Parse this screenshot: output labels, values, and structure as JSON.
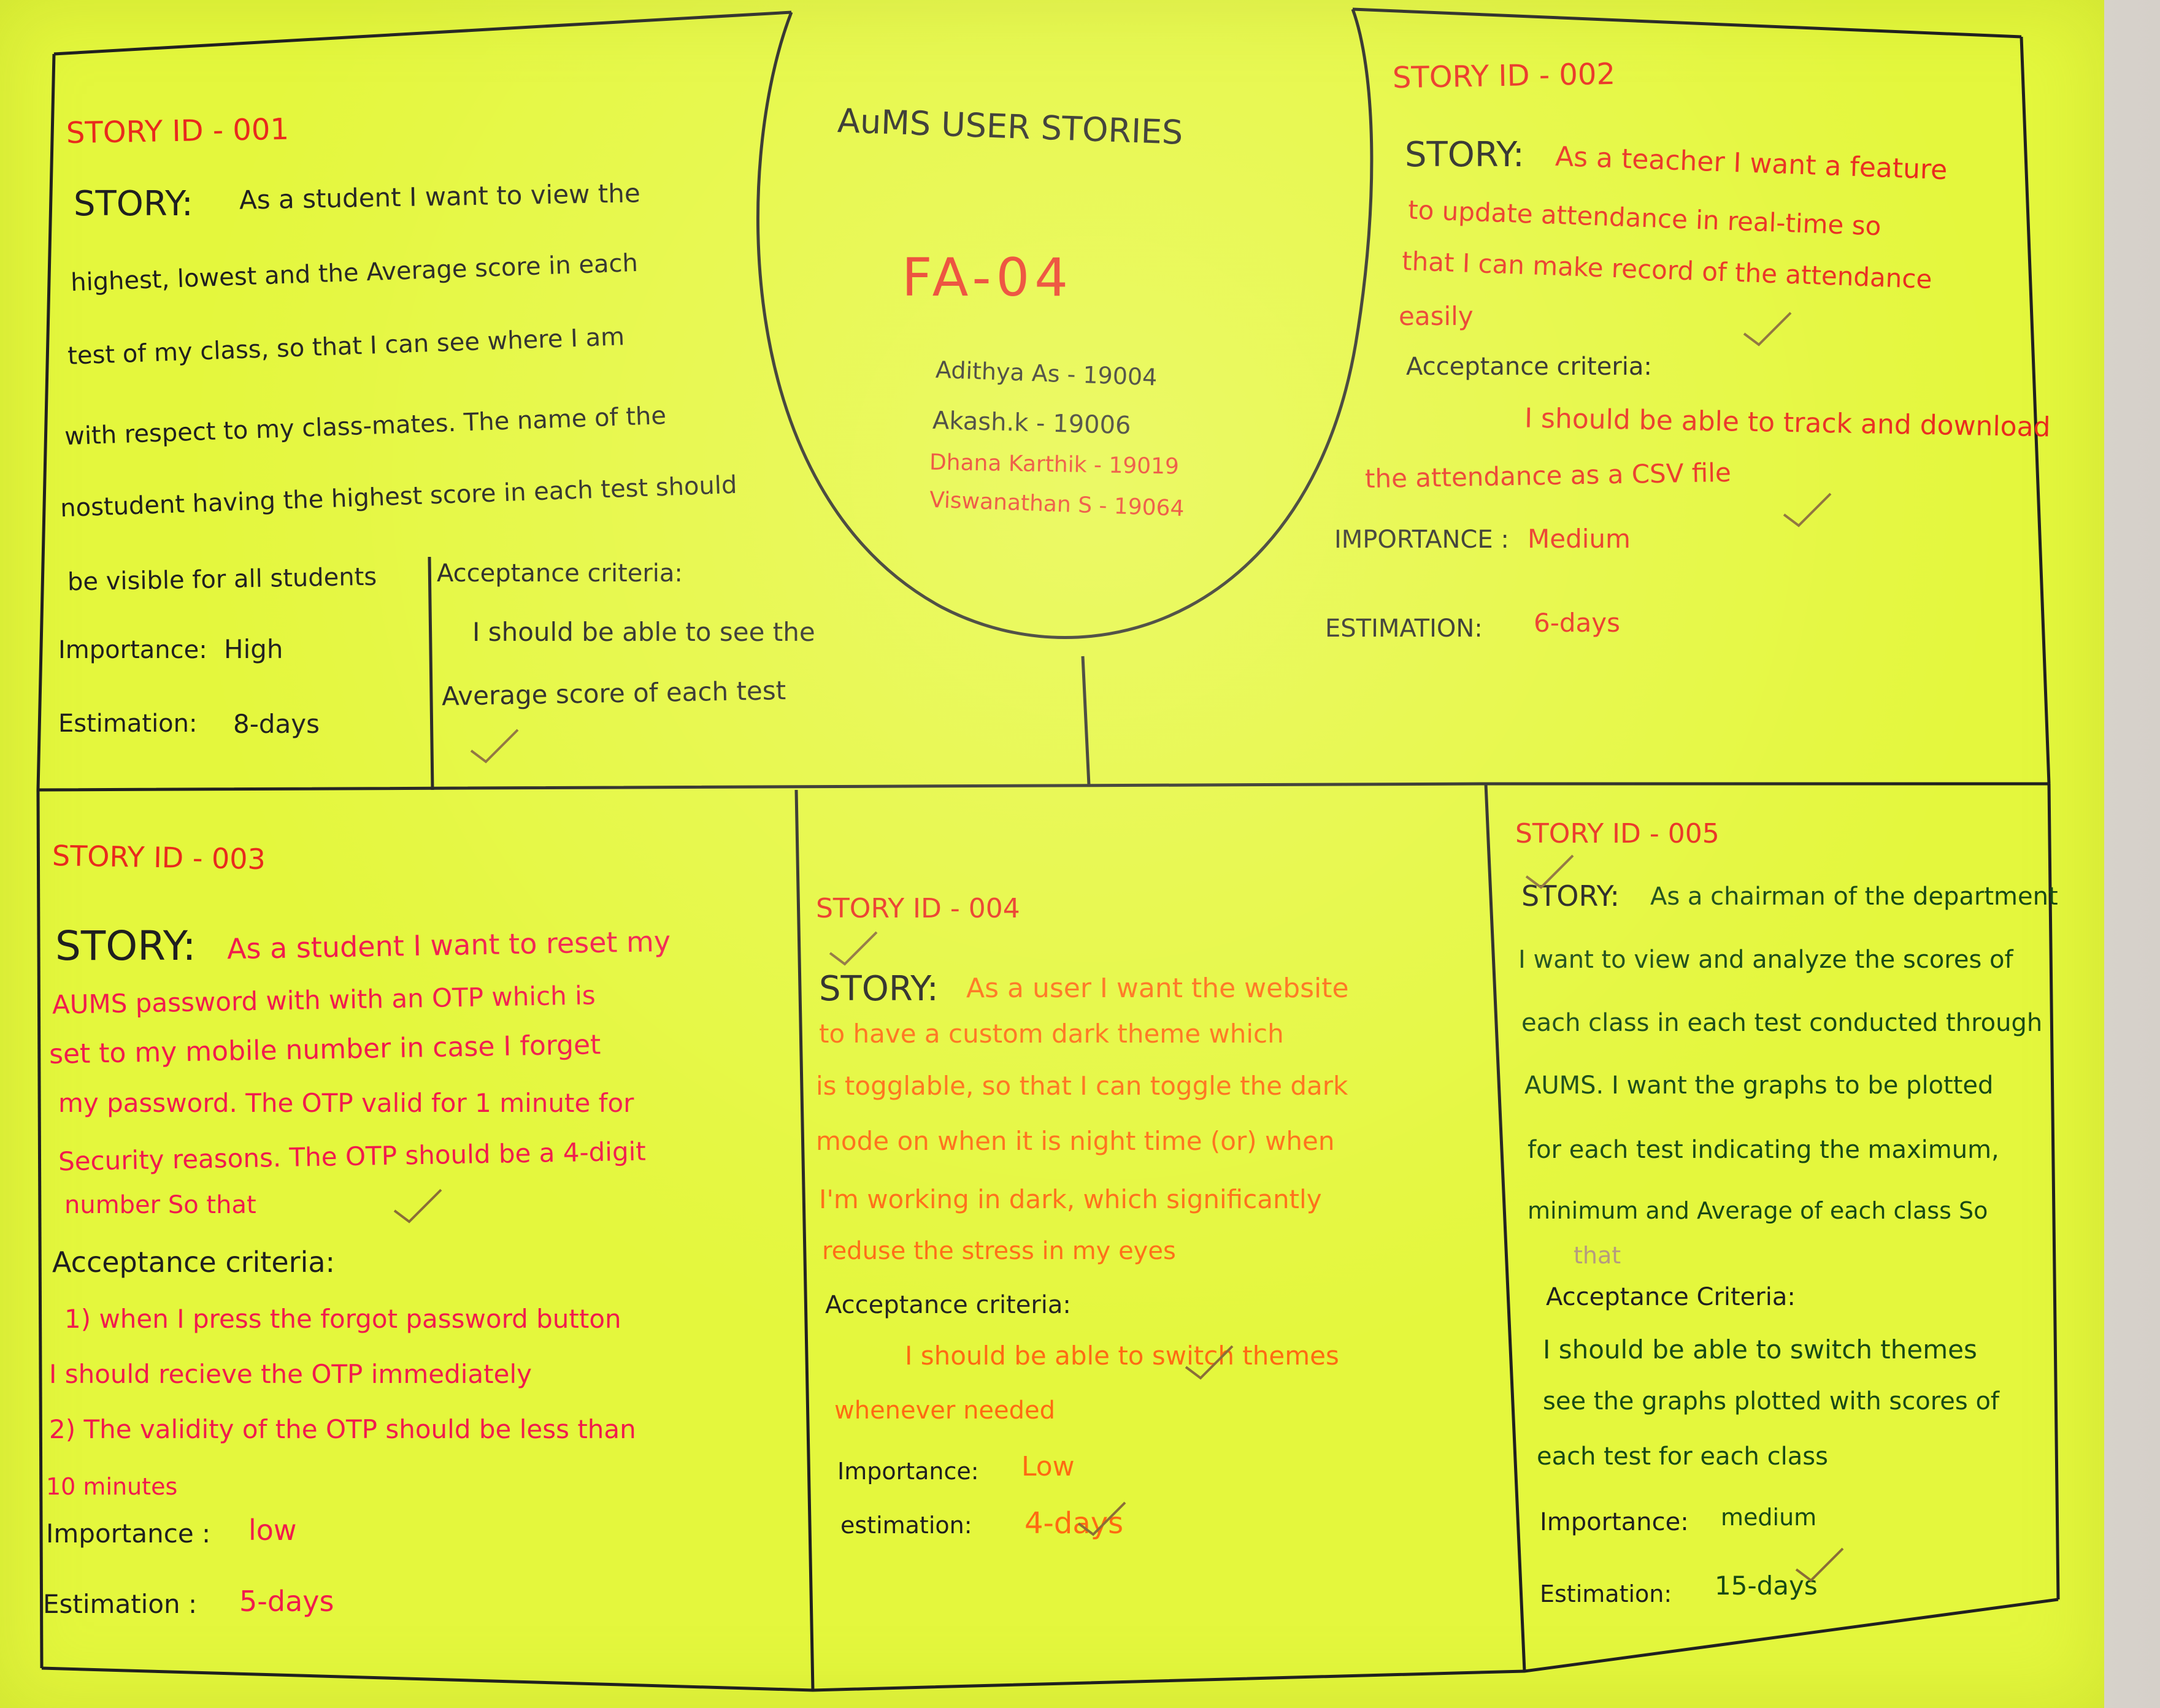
{
  "center": {
    "title": "AuMS USER STORIES",
    "team_code": "FA-04",
    "members": [
      "Adithya As - 19004",
      "Akash.k - 19006",
      "Dhana Karthik - 19019",
      "Viswanathan S - 19064"
    ]
  },
  "stories": [
    {
      "id": "STORY ID - 001",
      "story_label": "STORY:",
      "story_lines": [
        "As a student I want to view the",
        "highest, lowest and the Average score in each",
        "test of my class, so that I can see where I am",
        "with respect to my class-mates. The name of the",
        "nostudent having the highest score in each test should",
        "be visible for all students"
      ],
      "acceptance_label": "Acceptance criteria:",
      "acceptance_lines": [
        "I should be able to see the",
        "Average score of each test"
      ],
      "importance_label": "Importance:",
      "importance_value": "High",
      "estimation_label": "Estimation:",
      "estimation_value": "8-days"
    },
    {
      "id": "STORY ID - 002",
      "story_label": "STORY:",
      "story_lines": [
        "As a teacher I want a feature",
        "to update attendance in real-time so",
        "that I can make record of the attendance",
        "easily"
      ],
      "acceptance_label": "Acceptance criteria:",
      "acceptance_lines": [
        "I should be able to track and download",
        "the attendance as a CSV file"
      ],
      "importance_label": "IMPORTANCE :",
      "importance_value": "Medium",
      "estimation_label": "ESTIMATION:",
      "estimation_value": "6-days"
    },
    {
      "id": "STORY ID - 003",
      "story_label": "STORY:",
      "story_lines": [
        "As a student I want to reset my",
        "AUMS password with with an OTP which is",
        "set to my mobile number in case I forget",
        "my password. The OTP valid for 1 minute for",
        "Security reasons. The OTP should be a 4-digit",
        "number So that"
      ],
      "acceptance_label": "Acceptance criteria:",
      "acceptance_lines": [
        "1) when I press the forgot password button",
        "I should recieve the OTP immediately",
        "2) The validity of the OTP should be less than",
        "10 minutes"
      ],
      "importance_label": "Importance :",
      "importance_value": "low",
      "estimation_label": "Estimation :",
      "estimation_value": "5-days"
    },
    {
      "id": "STORY ID - 004",
      "story_label": "STORY:",
      "story_lines": [
        "As a user I want the website",
        "to have a custom dark theme which",
        "is togglable, so that I can toggle the dark",
        "mode on when it is night time (or) when",
        "I'm working in dark, which significantly",
        "reduse the stress in my eyes"
      ],
      "acceptance_label": "Acceptance criteria:",
      "acceptance_lines": [
        "I should be able to switch themes",
        "whenever needed"
      ],
      "importance_label": "Importance:",
      "importance_value": "Low",
      "estimation_label": "estimation:",
      "estimation_value": "4-days"
    },
    {
      "id": "STORY ID - 005",
      "story_label": "STORY:",
      "story_lines": [
        "As a chairman of the department",
        "I want to view and analyze the scores of",
        "each class in each test conducted through",
        "AUMS. I want the graphs to be plotted",
        "for each test indicating the maximum,",
        "minimum and Average of each class So",
        "that"
      ],
      "acceptance_label": "Acceptance Criteria:",
      "acceptance_lines": [
        "I should be able to switch themes",
        "see the graphs plotted with scores of",
        "each test for each class"
      ],
      "importance_label": "Importance:",
      "importance_value": "medium",
      "estimation_label": "Estimation:",
      "estimation_value": "15-days"
    }
  ]
}
